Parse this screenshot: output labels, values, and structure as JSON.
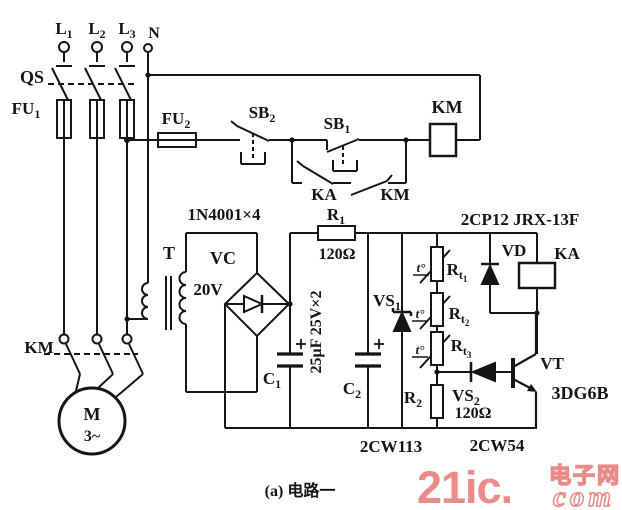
{
  "colors": {
    "ink": "#151515",
    "watermark": "#e8837f",
    "paper": "#ffffff"
  },
  "supply": {
    "phases": [
      {
        "main": "L",
        "sub": "1"
      },
      {
        "main": "L",
        "sub": "2"
      },
      {
        "main": "L",
        "sub": "3"
      }
    ],
    "neutral": "N",
    "switch": "QS",
    "fuse1": {
      "main": "FU",
      "sub": "1"
    },
    "fuse2": {
      "main": "FU",
      "sub": "2"
    }
  },
  "control": {
    "stop": {
      "main": "SB",
      "sub": "2"
    },
    "start": {
      "main": "SB",
      "sub": "1"
    },
    "km_coil": "KM",
    "ka_contact": "KA",
    "km_contact": "KM"
  },
  "rectifier": {
    "diode_model": "1N4001×4",
    "transformer": "T",
    "bridge": "VC",
    "secondary": "20V"
  },
  "dc": {
    "r1": {
      "main": "R",
      "sub": "1"
    },
    "r1_value": "120Ω",
    "cap_note": "25μF 25V×2",
    "c1": {
      "main": "C",
      "sub": "1"
    },
    "c2": {
      "main": "C",
      "sub": "2"
    },
    "vs1": {
      "main": "VS",
      "sub": "1"
    },
    "vs1_model": "2CW113",
    "t_deg": "t°",
    "sensors": [
      {
        "main": "R",
        "sub": "t",
        "subsub": "1"
      },
      {
        "main": "R",
        "sub": "t",
        "subsub": "2"
      },
      {
        "main": "R",
        "sub": "t",
        "subsub": "3"
      }
    ],
    "r2": {
      "main": "R",
      "sub": "2"
    },
    "vs2": {
      "main": "VS",
      "sub": "2"
    },
    "vs2_value": "120Ω",
    "vs2_model": "2CW54",
    "vt": "VT",
    "vt_model": "3DG6B",
    "top_models": "2CP12 JRX-13F",
    "vd": "VD",
    "ka_coil": "KA"
  },
  "motor": {
    "km_contact": "KM",
    "name": "M",
    "phases": "3~"
  },
  "caption": "(a) 电路一",
  "watermark": {
    "logo": "21ic.",
    "site": "电子网",
    "com": "com"
  }
}
